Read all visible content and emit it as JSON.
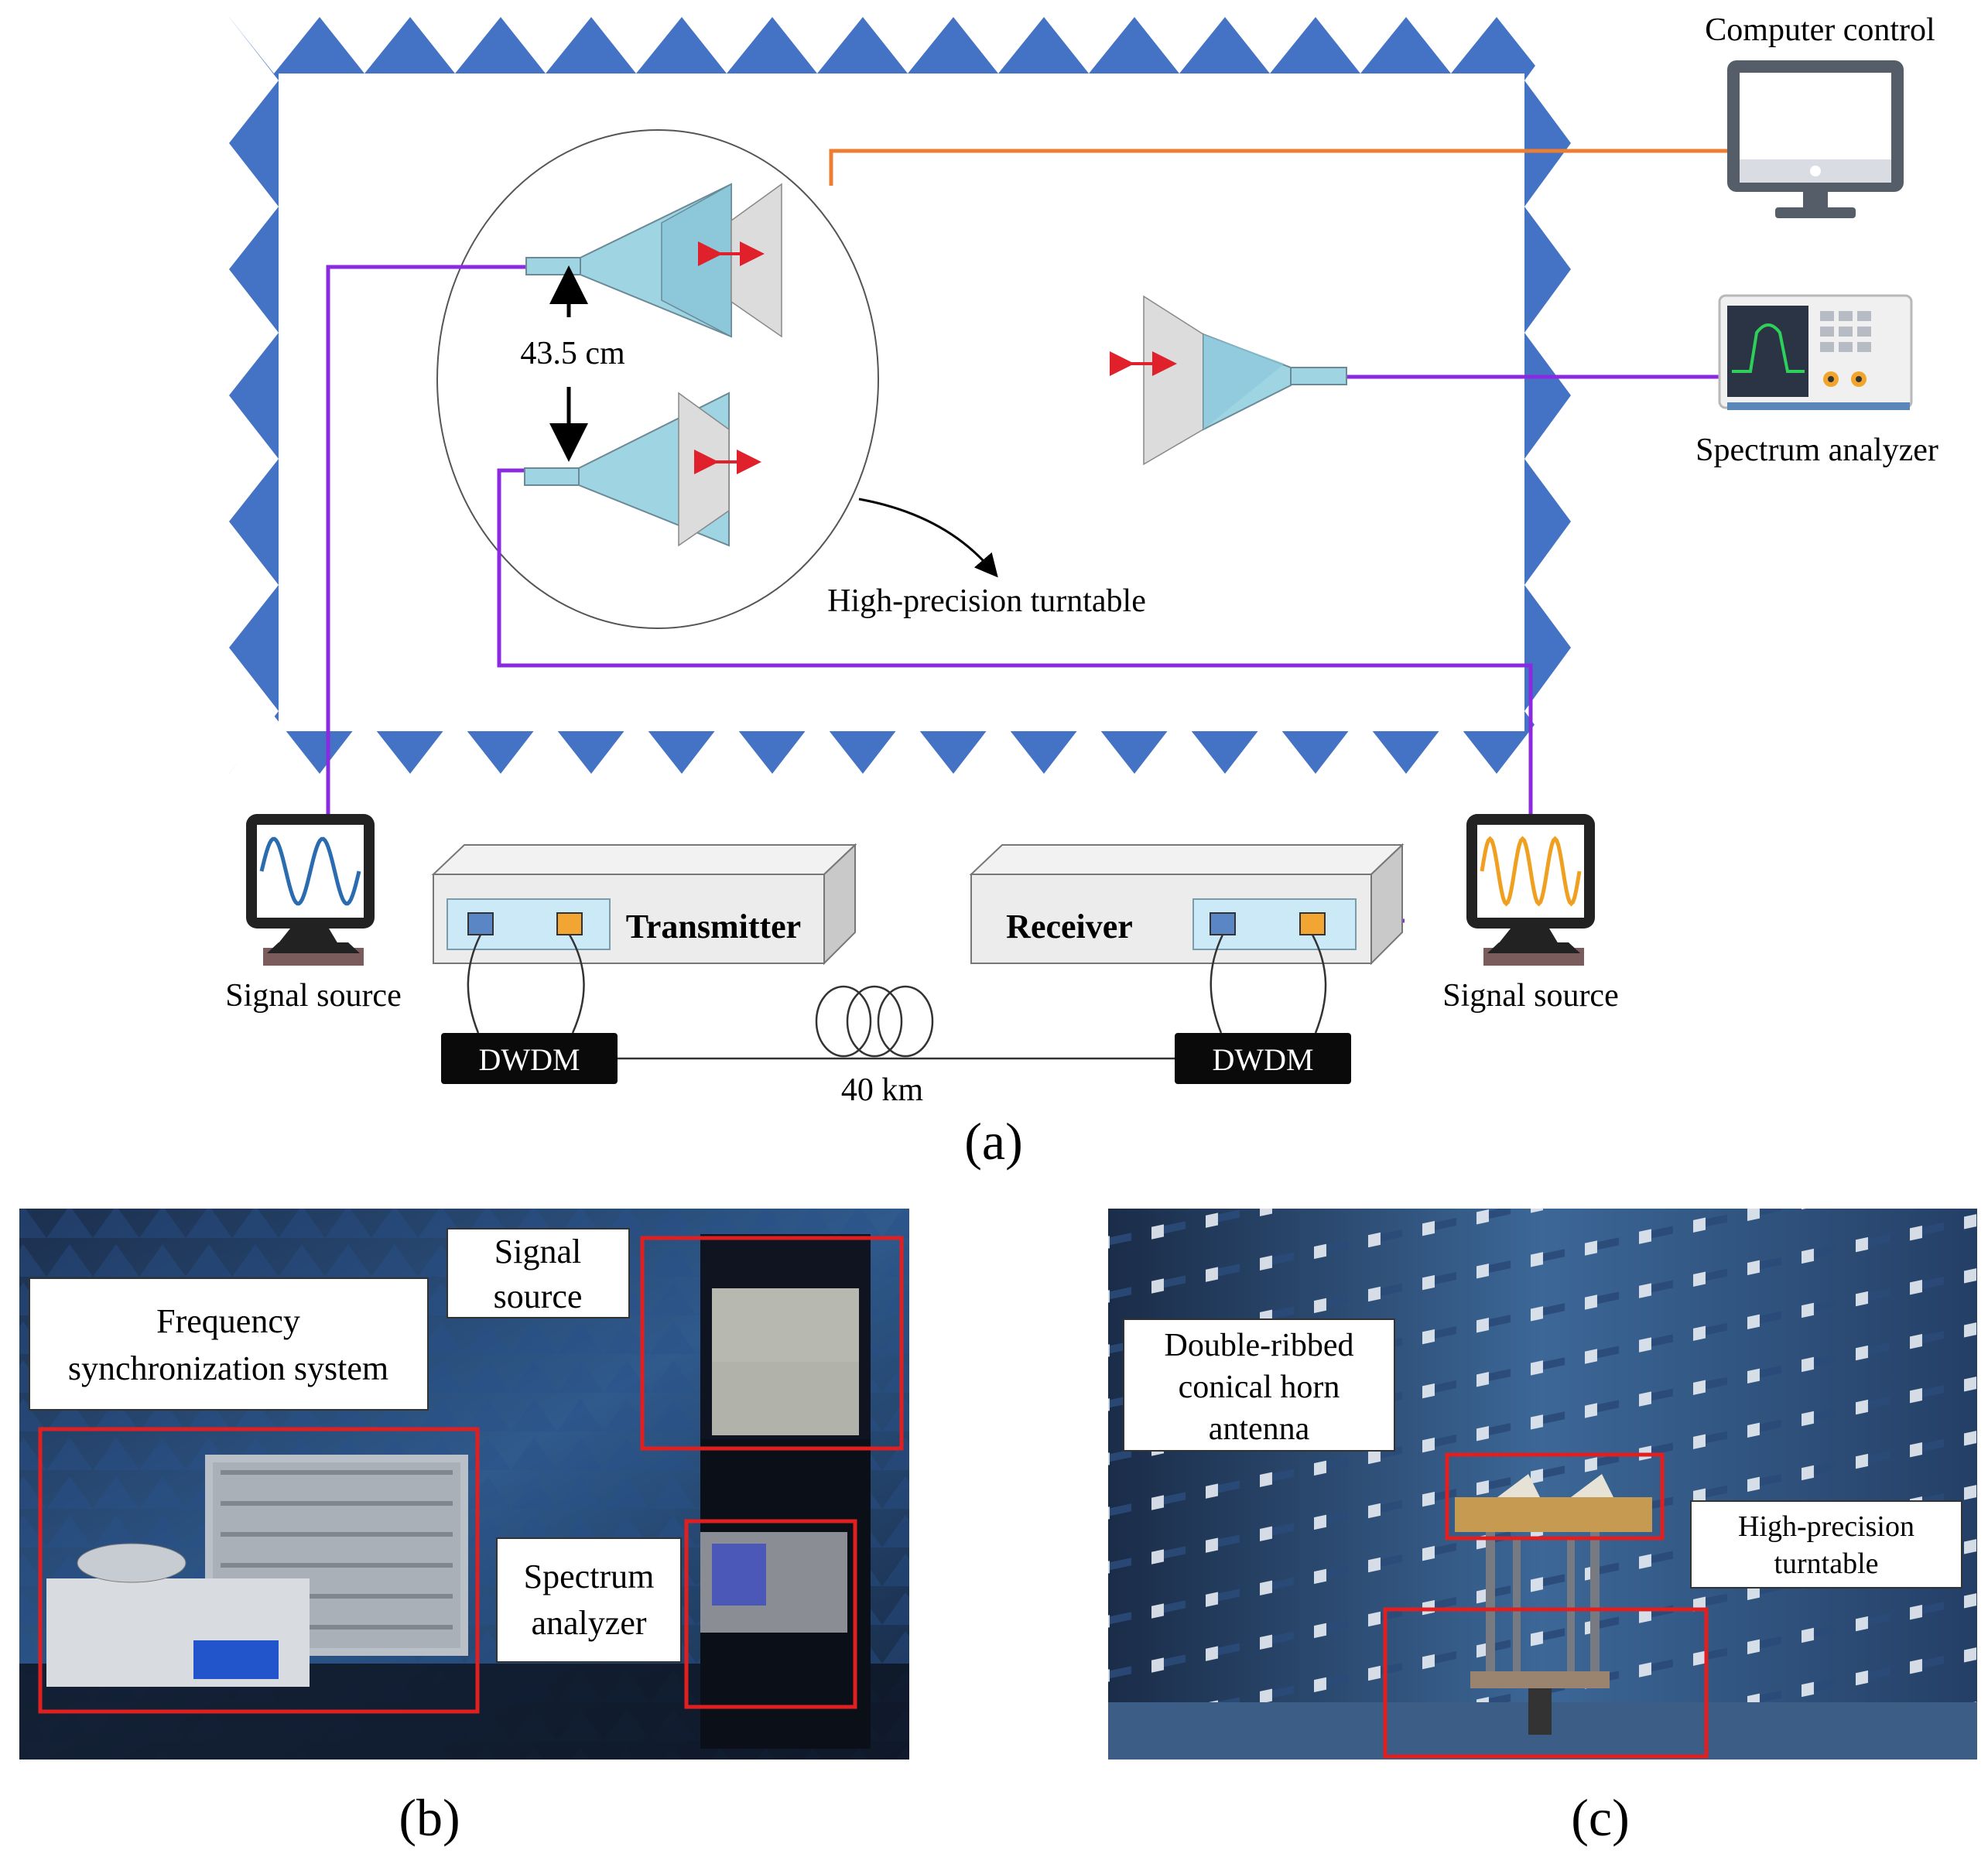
{
  "panel_a": {
    "caption": "(a)",
    "labels": {
      "computer_control": "Computer control",
      "spectrum_analyzer": "Spectrum analyzer",
      "distance": "43.5 cm",
      "turntable": "High-precision turntable",
      "signal_source_left": "Signal source",
      "signal_source_right": "Signal source",
      "transmitter": "Transmitter",
      "receiver": "Receiver",
      "dwdm_left": "DWDM",
      "dwdm_right": "DWDM",
      "fiber_length": "40 km"
    },
    "colors": {
      "absorber_blue": "#4472c4",
      "purple_cable": "#8a2be2",
      "orange_cable": "#ed7d31",
      "horn_light": "#9fd4e3",
      "horn_gray": "#dcdcdc",
      "arrow_red": "#e0202a"
    }
  },
  "panel_b": {
    "caption": "(b)",
    "labels": {
      "frequency_sync_line1": "Frequency",
      "frequency_sync_line2": "synchronization system",
      "signal_source_line1": "Signal",
      "signal_source_line2": "source",
      "spectrum_line1": "Spectrum",
      "spectrum_line2": "analyzer"
    }
  },
  "panel_c": {
    "caption": "(c)",
    "labels": {
      "horn_line1": "Double-ribbed",
      "horn_line2": "conical horn",
      "horn_line3": "antenna",
      "turntable_line1": "High-precision",
      "turntable_line2": "turntable"
    }
  }
}
